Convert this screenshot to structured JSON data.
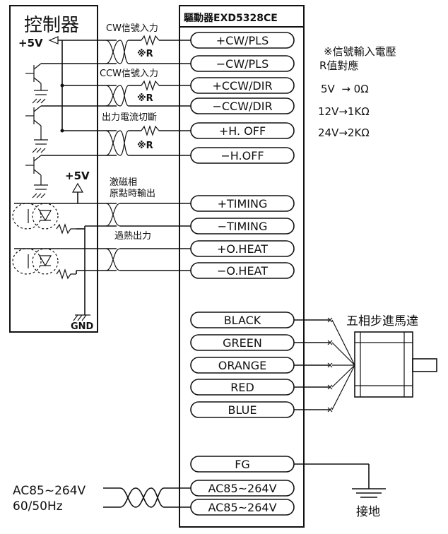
{
  "controller": {
    "title": "控制器",
    "vcc": "+5V",
    "vcc2": "+5V",
    "gnd": "GND"
  },
  "driver": {
    "title": "驅動器EXD5328CE"
  },
  "signal_labels": {
    "cw": "CW信號入力",
    "ccw": "CCW信號入力",
    "hoff": "出力電流切斷",
    "timing": "激磁相\n原點時輸出",
    "oheat": "過熱出力",
    "resistor": "※R"
  },
  "input_terminals": [
    "+CW/PLS",
    "−CW/PLS",
    "+CCW/DIR",
    "−CCW/DIR",
    "+H. OFF",
    "−H.OFF"
  ],
  "output_terminals": [
    "+TIMING",
    "−TIMING",
    "+O.HEAT",
    "−O.HEAT"
  ],
  "motor_terminals": [
    "BLACK",
    "GREEN",
    "ORANGE",
    "RED",
    "BLUE"
  ],
  "power_terminals": [
    "FG",
    "AC85~264V",
    "AC85~264V"
  ],
  "note": {
    "line1": "※信號輸入電壓",
    "line2": "R值對應",
    "rows": [
      "5V  → 0Ω",
      "12V→1KΩ",
      "24V→2KΩ"
    ]
  },
  "motor": {
    "label": "五相步進馬達"
  },
  "power": {
    "line1": "AC85~264V",
    "line2": "60/50Hz"
  },
  "ground": {
    "label": "接地"
  }
}
